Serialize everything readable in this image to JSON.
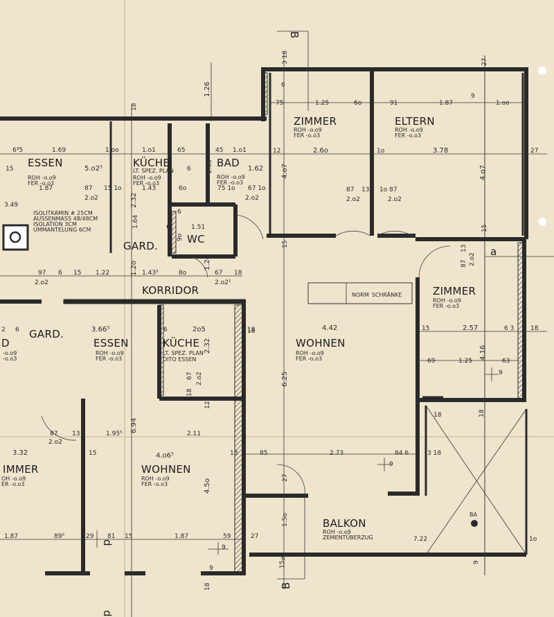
{
  "rooms": {
    "zimmer_top": {
      "name": "ZIMMER",
      "roh": "ROH  -o.o9",
      "fer": "FER  -o.o3",
      "width": "2.6o",
      "height": "4.o7"
    },
    "eltern": {
      "name": "ELTERN",
      "roh": "ROH  -o.o9",
      "fer": "FER  -o.o3",
      "width": "3.78",
      "height": "4.o7"
    },
    "zimmer_right": {
      "name": "ZIMMER",
      "roh": "ROH  -o.o9",
      "fer": "FER  -o.o3",
      "width": "2.57",
      "height": "4.16"
    },
    "wohnen_main": {
      "name": "WOHNEN",
      "roh": "ROH  -o.o9",
      "fer": "FER  -o.o3",
      "width": "4.42",
      "height": "6.25"
    },
    "balkon": {
      "name": "BALKON",
      "roh": "ROH  -o.o9",
      "zement": "ZEMENTÜBERZUG",
      "width": "7.22",
      "ba": "BA"
    },
    "essen_top": {
      "name": "ESSEN",
      "area": "5.o2⁵",
      "roh": "ROH  -o.o9",
      "fer": "FER  -o.o3",
      "width": "1.87"
    },
    "kueche_top": {
      "name": "KÜCHE",
      "note": "LT. SPEZ. PLAN",
      "roh": "ROH  -o.o9",
      "fer": "FER  -o.o3",
      "width": "1.43"
    },
    "bad": {
      "name": "BAD",
      "area": "1.62",
      "roh": "ROH  -o.o9",
      "fer": "FER  -o.o3"
    },
    "wc": {
      "name": "WC",
      "width": "1.51"
    },
    "gard_top": {
      "name": "GARD."
    },
    "korridor": {
      "name": "KORRIDOR"
    },
    "gard_lower": {
      "name": "GARD."
    },
    "essen_lower": {
      "name": "ESSEN",
      "area": "3.66⁵",
      "roh": "ROH  -o.o9",
      "fer": "FER  -o.o3"
    },
    "kueche_lower": {
      "name": "KÜCHE",
      "note1": "LT. SPEZ. PLAN",
      "note2": "DITO ESSEN",
      "width": "2o5"
    },
    "wohnen_lower": {
      "name": "WOHNEN",
      "area": "4.o6⁵",
      "roh": "ROH  -o.o9",
      "fer": "FER  -o.o3",
      "height": "4.5o"
    },
    "zimmer_lower": {
      "name": "IMMER",
      "roh": "OH  -o.o9",
      "fer": "ER  -o.o3",
      "width": "3.32"
    },
    "partial_d": {
      "name": "D",
      "roh": "-o.o9",
      "fer": "-o.o3"
    }
  },
  "chimney": {
    "line1": "ISOLITKAMIN  # 25CM",
    "line2": "AUSSENMASS  48/48CM",
    "line3": "ISOLATION  3CM",
    "line4": "UMMANTELUNG  6CM"
  },
  "wardrobe": {
    "label1": "NORM",
    "label2": "SCHRÄNKE"
  },
  "section_marks": {
    "b_top": "B",
    "b_bottom": "B",
    "a_right": "a",
    "d_left": "d",
    "d_bottom": "d"
  },
  "dimensions": {
    "top_126": "1.26",
    "top_18a": "18",
    "top_318": "3 18",
    "top_27a": "27",
    "z_75": "75",
    "z_125": "1.25",
    "z_6o": "6o",
    "z_91": "91",
    "z_187": "1.87",
    "z_9": "9",
    "z_1oo": "1.oo",
    "z_6": "6",
    "z_12": "12",
    "z_1o": "1o",
    "z_27": "27",
    "z_15": "15",
    "z_87a": "87",
    "z_13a": "13",
    "z_1o87": "1o  87",
    "z_2o2a": "2.o2",
    "z_2o2b": "2.o2",
    "e_635": "6³5",
    "e_169": "1.69",
    "e_1oo": "1.oo",
    "e_1o1": "1.o1",
    "e_65": "65",
    "e_45": "45",
    "e_1o1b": "1.o1",
    "e_15a": "15",
    "e_6": "6",
    "e_2o3": "2.o3",
    "e_87": "87",
    "e_151o": "15 1o",
    "e_2o2": "2.o2",
    "e_6o": "6o",
    "e_751o": "75 1o",
    "e_671o": "67 1o",
    "e_2o2b": "2.o2",
    "e_232": "2.32",
    "e_349": "3.49",
    "e_164": "1.64",
    "e_6b": "6",
    "e_6c": "6",
    "e_9o": "9o",
    "e_12o": "1.2o",
    "e_12ob": "1.2o",
    "k_97": "97",
    "k_6": "6",
    "k_15": "15",
    "k_122": "1.22",
    "k_1435": "1.43⁵",
    "k_8o": "8o",
    "k_67": "67",
    "k_18": "18",
    "k_2o2": "2.o2",
    "k_2o21": "2.o2¹",
    "l_2": "2",
    "l_6": "6",
    "l_6b": "6",
    "l_18": "18",
    "l_232": "2.32",
    "l_67": "67",
    "l_2o2": "2.o2",
    "l_18b": "18",
    "l_12": "12",
    "l_87": "87",
    "l_13": "13",
    "l_2o2b": "2.o2",
    "l_1955": "1.95⁵",
    "l_694": "6.94",
    "l_211": "2.11",
    "l_15": "15",
    "l_18c": "18",
    "l_187": "1.87",
    "l_895": "89⁵",
    "l_29": "29",
    "l_81": "81",
    "l_15b": "15",
    "l_187b": "1.87",
    "l_59": "59",
    "l_27": "27",
    "l_9": "9",
    "l_9b": "9",
    "l_18d": "18",
    "w_18": "18",
    "w_625": "6.25",
    "w_15": "15",
    "w_85": "85",
    "w_273": "2.73",
    "w_846": "84 6",
    "w_318": "3 18",
    "w_9": "9",
    "w_27": "27",
    "w_15o": "1.5o",
    "w_6": "6",
    "w_18b": "18",
    "r_87": "87",
    "r_13": "13",
    "r_2o2": "2.o2",
    "r_15": "15",
    "r_63": "6 3",
    "r_18": "18",
    "r_69": "69",
    "r_125": "1.25",
    "r_63b": "63",
    "r_9": "9",
    "r_18b": "18",
    "r_1o": "1o",
    "r_9b": "9",
    "r_15b": "15"
  },
  "colors": {
    "paper": "#efe4cc",
    "ink": "#2a2a2a"
  }
}
